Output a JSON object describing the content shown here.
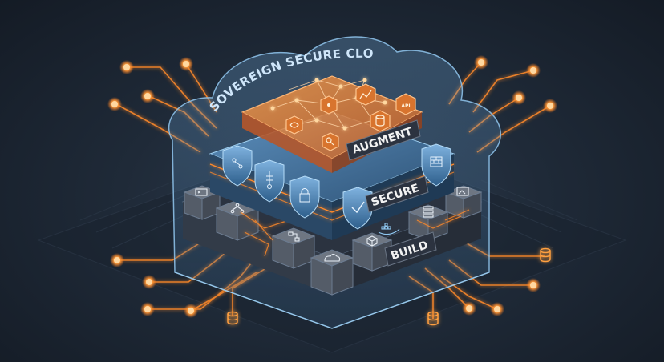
{
  "title": "SOVEREIGN SECURE CLOUD",
  "layers": {
    "augment": "AUGMENT",
    "secure": "SECURE",
    "build": "BUILD"
  },
  "icons": {
    "augment_hexes": [
      "network-icon",
      "brain-icon",
      "chart-icon",
      "api-icon",
      "database-icon",
      "search-icon"
    ],
    "api_label": "API",
    "secure_shields": [
      "workflow-shield-icon",
      "thermometer-shield-icon",
      "lock-shield-icon",
      "check-shield-icon",
      "firewall-shield-icon"
    ],
    "build_blocks": [
      "terminal-icon",
      "hierarchy-icon",
      "flow-icon",
      "cloud-icon",
      "box-icon",
      "container-icon",
      "stack-icon",
      "image-icon"
    ]
  },
  "colors": {
    "accent_orange": "#ff8a2a",
    "glow_orange": "#ffb060",
    "steel_blue": "#6fa6d6",
    "panel_dark": "#3a4250"
  }
}
